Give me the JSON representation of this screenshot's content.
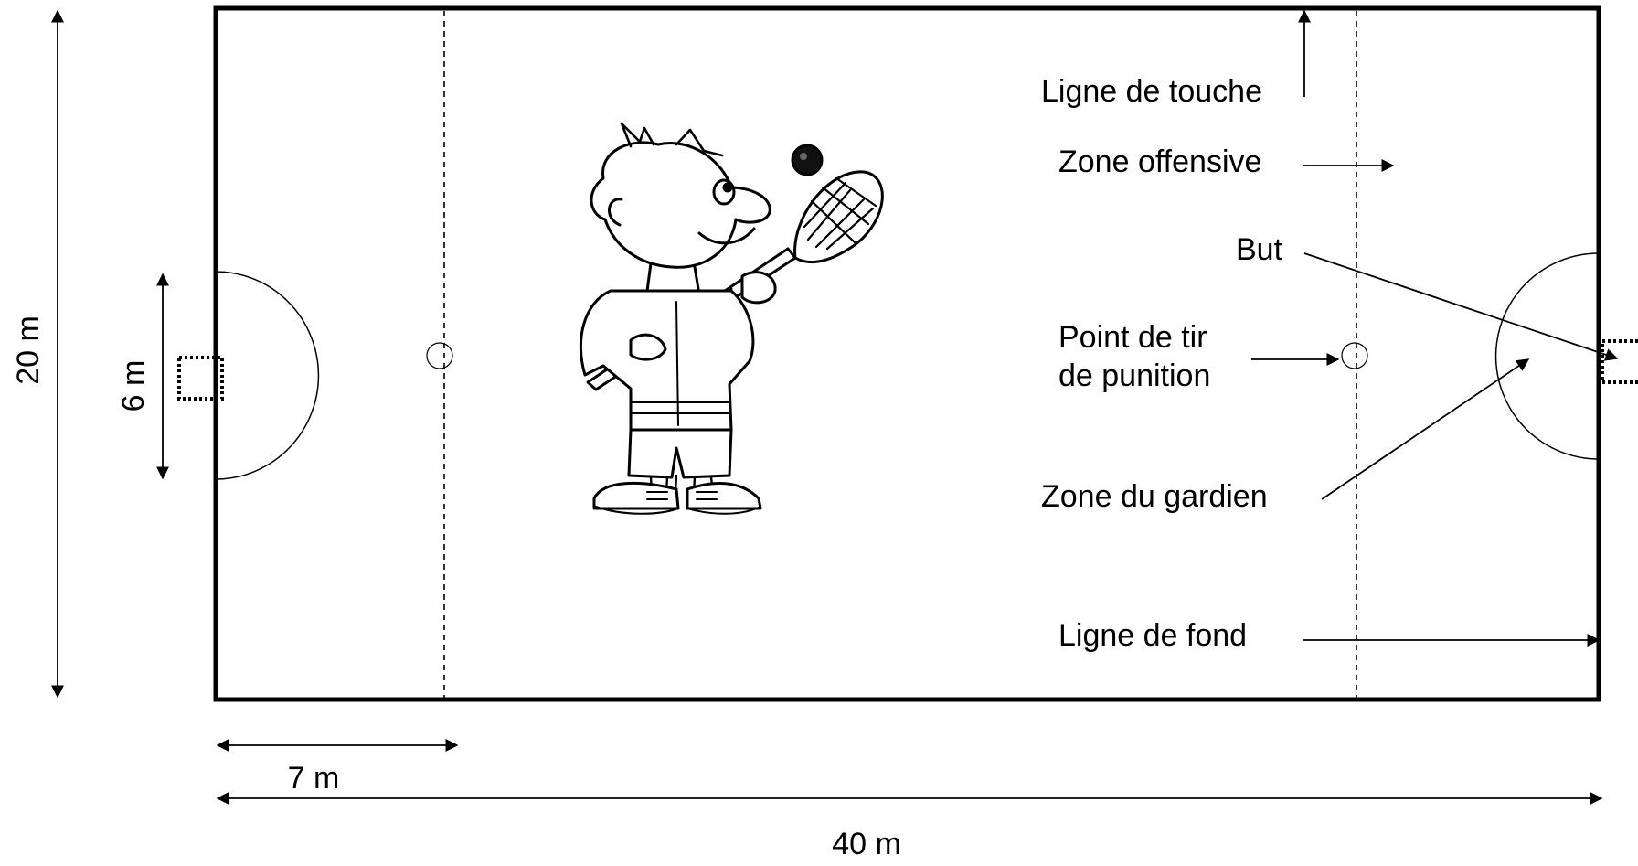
{
  "field": {
    "dimensions": {
      "length_label": "40 m",
      "width_label": "20 m",
      "zone_depth_label": "7 m",
      "goal_area_label": "6 m"
    },
    "labels": {
      "sideline": "Ligne de touche",
      "offensive_zone": "Zone offensive",
      "goal": "But",
      "penalty_spot_line1": "Point de tir",
      "penalty_spot_line2": "de punition",
      "goalkeeper_zone": "Zone du gardien",
      "end_line": "Ligne de fond"
    },
    "colors": {
      "line": "#000000",
      "background": "#ffffff"
    },
    "illustration": "lacrosse-player-cartoon"
  }
}
